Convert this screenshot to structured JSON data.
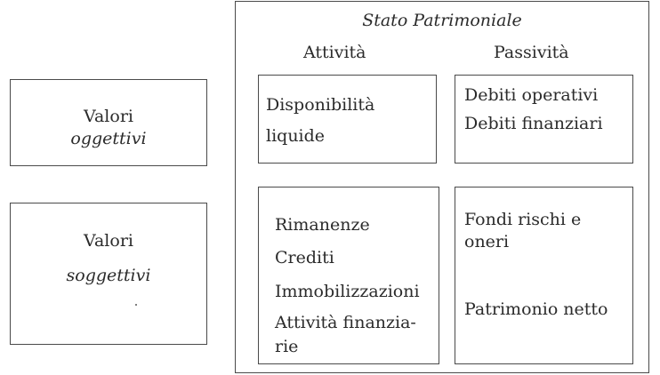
{
  "left": {
    "oggettivi": {
      "line1": "Valori",
      "line2": "oggettivi"
    },
    "soggettivi": {
      "line1": "Valori",
      "line2": "soggettivi"
    }
  },
  "stato": {
    "title": "Stato Patrimoniale",
    "col_attivita": "Attività",
    "col_passivita": "Passività",
    "attivita_top": {
      "line1": "Disponibilità",
      "line2": "liquide"
    },
    "passivita_top": {
      "item1": "Debiti operativi",
      "item2": "Debiti finanziari"
    },
    "attivita_bottom": {
      "item1": "Rimanenze",
      "item2": "Crediti",
      "item3": "Immobilizzazioni",
      "item4_line1": "Attività finanzia-",
      "item4_line2": "rie"
    },
    "passivita_bottom": {
      "item1_line1": "Fondi rischi e",
      "item1_line2": "oneri",
      "item2": "Patrimonio netto"
    }
  }
}
